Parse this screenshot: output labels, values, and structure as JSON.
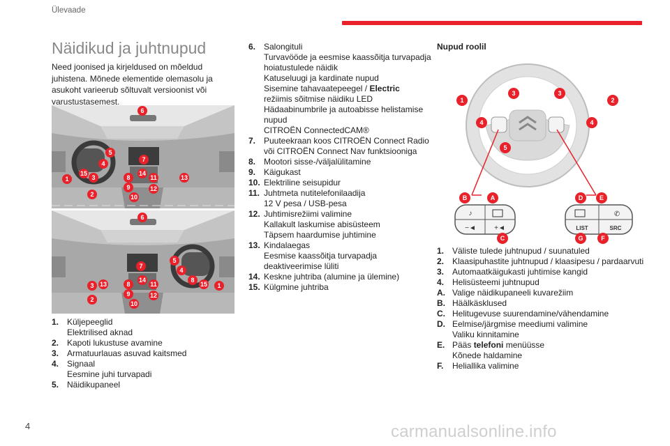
{
  "header": {
    "section": "Ülevaade"
  },
  "page_number": "4",
  "watermark": "carmanualsonline.info",
  "title": "Näidikud ja juhtnupud",
  "intro": "Need joonised ja kirjeldused on mõeldud juhistena. Mõnede elementide olemasolu ja asukoht varieerub sõltuvalt versioonist või varustustasemest.",
  "photo_top_labels": [
    "6",
    "5",
    "7",
    "4",
    "15",
    "3",
    "8",
    "14",
    "11",
    "13",
    "9",
    "12",
    "1",
    "2",
    "10"
  ],
  "photo_bottom_labels": [
    "6",
    "5",
    "7",
    "4",
    "8",
    "15",
    "1",
    "3",
    "13",
    "8",
    "14",
    "11",
    "2",
    "9",
    "12",
    "10"
  ],
  "list1": [
    {
      "num": "1.",
      "lines": [
        "Küljepeeglid",
        "Elektrilised aknad"
      ]
    },
    {
      "num": "2.",
      "lines": [
        "Kapoti lukustuse avamine"
      ]
    },
    {
      "num": "3.",
      "lines": [
        "Armatuurlauas asuvad kaitsmed"
      ]
    },
    {
      "num": "4.",
      "lines": [
        "Signaal",
        "Eesmine juhi turvapadi"
      ]
    },
    {
      "num": "5.",
      "lines": [
        "Näidikupaneel"
      ]
    }
  ],
  "list2": [
    {
      "num": "6.",
      "lines": [
        "Salongituli",
        "Turvavööde ja eesmise kaassõitja turvapadja hoiatustulede näidik",
        "Katuseluugi ja kardinate nupud",
        "Sisemine tahavaatepeegel / ",
        "režiimis sõitmise näidiku LED",
        "Hädaabinumbrile ja autoabisse helistamise nupud",
        "CITROËN ConnectedCAM®"
      ],
      "bold": "Electric"
    },
    {
      "num": "7.",
      "lines": [
        "Puuteekraan koos CITROËN Connect Radio või CITROËN Connect Nav funktsiooniga"
      ]
    },
    {
      "num": "8.",
      "lines": [
        "Mootori sisse-/väljalülitamine"
      ]
    },
    {
      "num": "9.",
      "lines": [
        "Käigukast"
      ]
    },
    {
      "num": "10.",
      "lines": [
        "Elektriline seisupidur"
      ]
    },
    {
      "num": "11.",
      "lines": [
        "Juhtmeta nutitelefonilaadija",
        "12 V pesa / USB-pesa"
      ]
    },
    {
      "num": "12.",
      "lines": [
        "Juhtimisrežiimi valimine",
        "Kallakult laskumise abisüsteem",
        "Täpsem haardumise juhtimine"
      ]
    },
    {
      "num": "13.",
      "lines": [
        "Kindalaegas",
        "Eesmise kaassõitja turvapadja deaktiveerimise lüliti"
      ]
    },
    {
      "num": "14.",
      "lines": [
        "Keskne juhtriba (alumine ja ülemine)"
      ]
    },
    {
      "num": "15.",
      "lines": [
        "Külgmine juhtriba"
      ]
    }
  ],
  "steering_heading": "Nupud roolil",
  "wheel_labels": [
    "1",
    "2",
    "3",
    "3",
    "4",
    "4",
    "5"
  ],
  "pad_left_labels": [
    "B",
    "A",
    "C"
  ],
  "pad_right_labels": [
    "D",
    "E",
    "G",
    "F"
  ],
  "pad_right_buttons": [
    "LIST",
    "SRC"
  ],
  "list3": [
    {
      "num": "1.",
      "lines": [
        "Väliste tulede juhtnupud / suunatuled"
      ]
    },
    {
      "num": "2.",
      "lines": [
        "Klaasipuhastite juhtnupud / klaasipesu / pardaarvuti"
      ]
    },
    {
      "num": "3.",
      "lines": [
        "Automaatkäigukasti juhtimise kangid"
      ]
    },
    {
      "num": "4.",
      "lines": [
        "Helisüsteemi juhtnupud"
      ]
    },
    {
      "num": "A.",
      "lines": [
        "Valige näidikupaneeli kuvarežiim"
      ]
    },
    {
      "num": "B.",
      "lines": [
        "Häälkäsklused"
      ]
    },
    {
      "num": "C.",
      "lines": [
        "Helitugevuse suurendamine/vähendamine"
      ]
    },
    {
      "num": "D.",
      "lines": [
        "Eelmise/järgmise meediumi valimine",
        "Valiku kinnitamine"
      ]
    },
    {
      "num": "E.",
      "lines": [
        "Pääs ",
        "menüüsse",
        "Kõnede haldamine"
      ],
      "bold": "telefoni"
    },
    {
      "num": "F.",
      "lines": [
        "Heliallika valimine"
      ]
    }
  ]
}
